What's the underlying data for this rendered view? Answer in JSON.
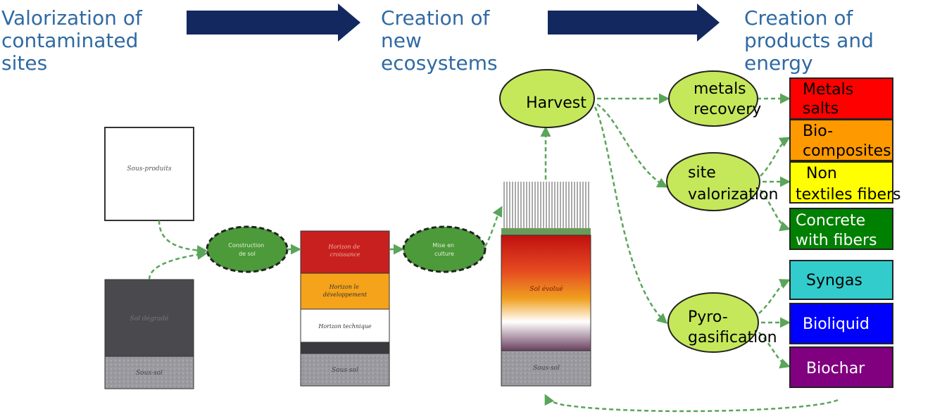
{
  "headers": {
    "valorization": "Valorization of\ncontaminated\nsites",
    "ecosystems": "Creation of\nnew\necosystems",
    "products": "Creation of\nproducts and\nenergy"
  },
  "boxes": {
    "sous_produits": "Sous-produits",
    "sol_degrade": "Sol dégradé",
    "sous_sol_1": "Sous-sol",
    "horizon_croissance": "Horizon de\ncroissance",
    "horizon_developpement": "Horizon le\ndéveloppement",
    "horizon_technique": "Horizon technique",
    "sous_sol_2": "Sous-sol",
    "sol_evolue": "Sol évolué",
    "sous_sol_3": "Sous-sol"
  },
  "process_ovals": {
    "construction": "Construction\nde sol",
    "mise_en_culture": "Mise en\nculture"
  },
  "ovals": {
    "harvest": "Harvest",
    "metals": "metals\nrecovery",
    "site": "site\nvalorization",
    "pyro": "Pyro-\ngasification"
  },
  "products": {
    "metals_salts": "Metals\nsalts",
    "biocomposites": "Bio-\ncomposites",
    "non_textiles": "Non\ntextiles fibers",
    "concrete": "Concrete\nwith fibers",
    "syngas": "Syngas",
    "bioliquid": "Bioliquid",
    "biochar": "Biochar"
  },
  "colors": {
    "header_text": "#2f6aa3",
    "arrow": "#12285f",
    "oval_green": "#c5e85a",
    "process_green": "#4c9a3a",
    "dashed_arrow": "#5aa55a",
    "metals_salts": "#ff0000",
    "biocomposites": "#ff9900",
    "non_textiles": "#ffff00",
    "concrete": "#008000",
    "syngas": "#33cccc",
    "bioliquid": "#0000ff",
    "biochar": "#800080"
  }
}
